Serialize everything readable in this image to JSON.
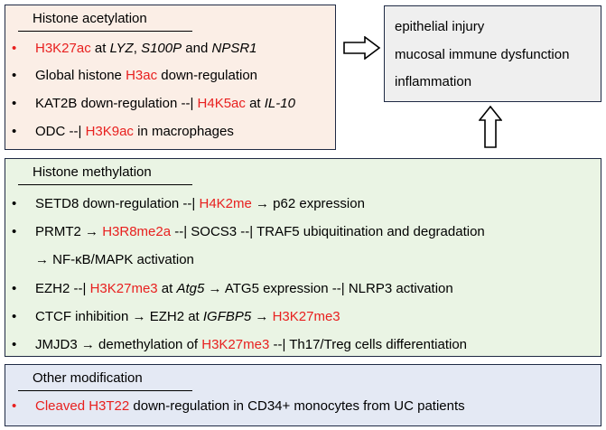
{
  "acetylation": {
    "title": "Histone acetylation",
    "items": [
      {
        "bullet_color": "#e8201f",
        "parts": [
          {
            "t": "H3K27ac",
            "s": "red"
          },
          {
            "t": " at "
          },
          {
            "t": "LYZ",
            "s": "it"
          },
          {
            "t": ", "
          },
          {
            "t": "S100P",
            "s": "it"
          },
          {
            "t": " and "
          },
          {
            "t": "NPSR1",
            "s": "it"
          }
        ]
      },
      {
        "bullet_color": "#000000",
        "parts": [
          {
            "t": "Global histone "
          },
          {
            "t": "H3ac",
            "s": "red"
          },
          {
            "t": " down-regulation"
          }
        ]
      },
      {
        "bullet_color": "#000000",
        "parts": [
          {
            "t": "KAT2B down-regulation --| "
          },
          {
            "t": "H4K5ac",
            "s": "red"
          },
          {
            "t": " at "
          },
          {
            "t": "IL-10",
            "s": "it"
          }
        ]
      },
      {
        "bullet_color": "#000000",
        "parts": [
          {
            "t": "ODC --| "
          },
          {
            "t": "H3K9ac",
            "s": "red"
          },
          {
            "t": " in macrophages"
          }
        ]
      }
    ]
  },
  "outcomes": {
    "items": [
      "epithelial injury",
      "mucosal immune dysfunction",
      "inflammation"
    ]
  },
  "methylation": {
    "title": "Histone methylation",
    "items": [
      {
        "bullet_color": "#000000",
        "parts": [
          {
            "t": "SETD8 down-regulation --|  "
          },
          {
            "t": "H4K2me",
            "s": "red"
          },
          {
            "t": " → p62 expression"
          }
        ]
      },
      {
        "bullet_color": "#000000",
        "parts": [
          {
            "t": "PRMT2 → "
          },
          {
            "t": "H3R8me2a",
            "s": "red"
          },
          {
            "t": " --| SOCS3 --|  TRAF5 ubiquitination and degradation"
          }
        ]
      },
      {
        "bullet_color": "none",
        "parts": [
          {
            "t": "→ NF-κB/MAPK activation"
          }
        ]
      },
      {
        "bullet_color": "#000000",
        "parts": [
          {
            "t": "EZH2 --| "
          },
          {
            "t": "H3K27me3",
            "s": "red"
          },
          {
            "t": " at "
          },
          {
            "t": "Atg5",
            "s": "it"
          },
          {
            "t": " → ATG5 expression --| NLRP3 activation"
          }
        ]
      },
      {
        "bullet_color": "#000000",
        "parts": [
          {
            "t": "CTCF inhibition → EZH2 at "
          },
          {
            "t": "IGFBP5",
            "s": "it"
          },
          {
            "t": " → "
          },
          {
            "t": "H3K27me3",
            "s": "red"
          }
        ]
      },
      {
        "bullet_color": "#000000",
        "parts": [
          {
            "t": "JMJD3 → demethylation of "
          },
          {
            "t": "H3K27me3",
            "s": "red"
          },
          {
            "t": " --| Th17/Treg cells differentiation"
          }
        ]
      }
    ]
  },
  "other": {
    "title": "Other modification",
    "items": [
      {
        "bullet_color": "#e8201f",
        "parts": [
          {
            "t": "Cleaved H3T22",
            "s": "red"
          },
          {
            "t": " down-regulation in CD34+ monocytes from UC patients"
          }
        ]
      }
    ]
  }
}
